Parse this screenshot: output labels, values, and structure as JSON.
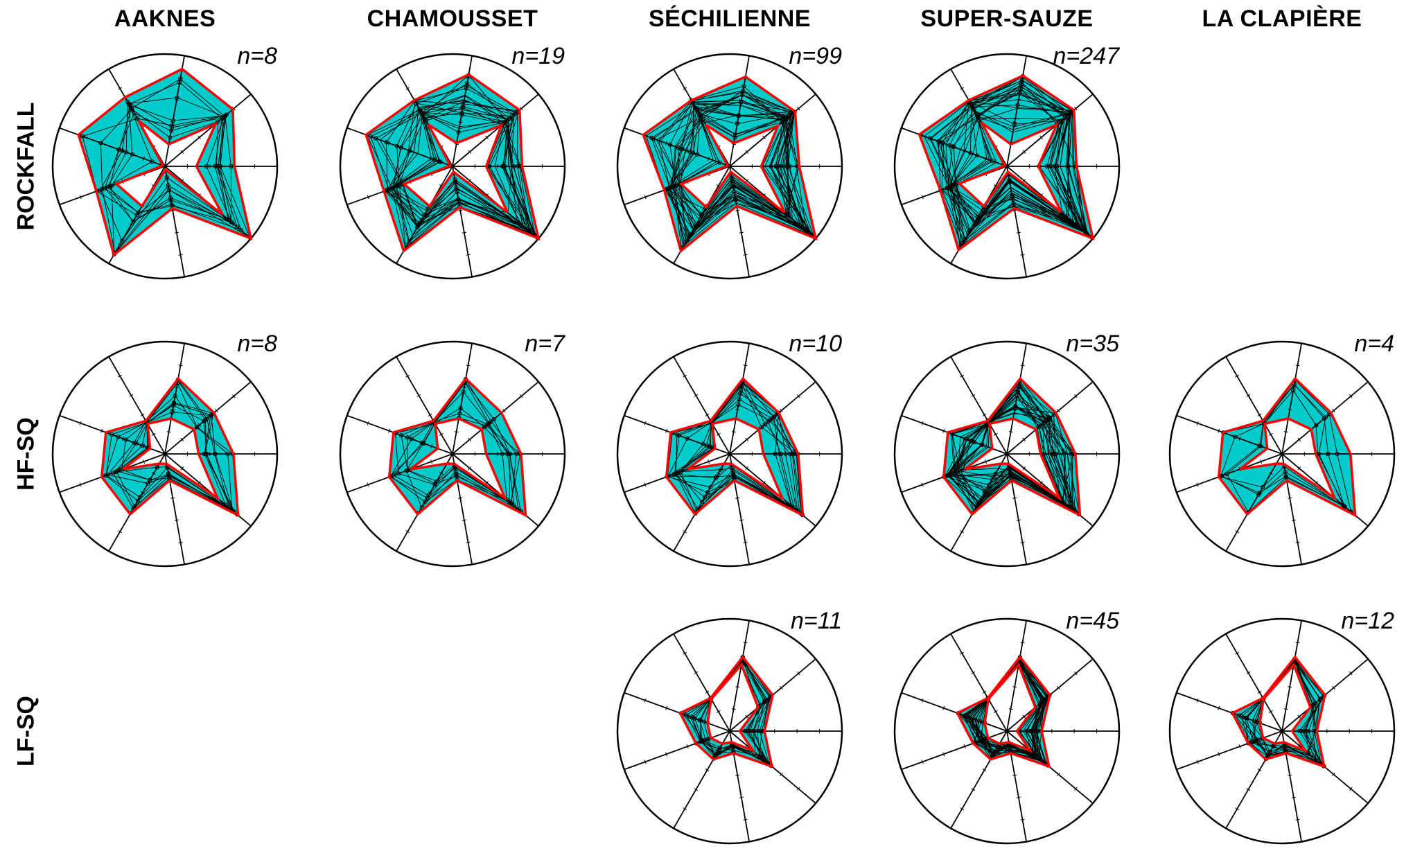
{
  "columns": [
    "AAKNES",
    "CHAMOUSSET",
    "SÉCHILIENNE",
    "SUPER-SAUZE",
    "LA CLAPIÈRE"
  ],
  "rows": [
    "ROCKFALL",
    "HF-SQ",
    "LF-SQ"
  ],
  "colors": {
    "envelope_fill": "#00CCCC",
    "envelope_line": "#FF0000",
    "event_line": "#000000"
  },
  "chart_data": [
    {
      "type": "radar",
      "site": "AAKNES",
      "class": "ROCKFALL",
      "n_label": "n=8",
      "n": 8,
      "rlim": [
        0,
        1
      ],
      "max": [
        0.62,
        0.79,
        0.88,
        0.71,
        0.82,
        0.65,
        0.91,
        0.38,
        1.0
      ],
      "min": [
        0.28,
        0.59,
        0.2,
        0.47,
        0.02,
        0.46,
        0.41,
        0.03,
        0.67
      ]
    },
    {
      "type": "radar",
      "site": "CHAMOUSSET",
      "class": "ROCKFALL",
      "n_label": "n=19",
      "n": 19,
      "rlim": [
        0,
        1
      ],
      "max": [
        0.62,
        0.78,
        0.83,
        0.68,
        0.82,
        0.65,
        0.87,
        0.37,
        1.0
      ],
      "min": [
        0.3,
        0.57,
        0.21,
        0.43,
        0.02,
        0.46,
        0.41,
        0.05,
        0.64
      ]
    },
    {
      "type": "radar",
      "site": "SÉCHILIENNE",
      "class": "ROCKFALL",
      "n_label": "n=99",
      "n": 99,
      "rlim": [
        0,
        1
      ],
      "max": [
        0.62,
        0.76,
        0.81,
        0.68,
        0.82,
        0.62,
        0.87,
        0.36,
        1.0
      ],
      "min": [
        0.28,
        0.56,
        0.21,
        0.43,
        0.02,
        0.46,
        0.42,
        0.05,
        0.64
      ]
    },
    {
      "type": "radar",
      "site": "SUPER-SAUZE",
      "class": "ROCKFALL",
      "n_label": "n=247",
      "n": 247,
      "rlim": [
        0,
        1
      ],
      "max": [
        0.62,
        0.78,
        0.82,
        0.68,
        0.83,
        0.63,
        0.86,
        0.38,
        1.0
      ],
      "min": [
        0.28,
        0.58,
        0.2,
        0.45,
        0.02,
        0.45,
        0.41,
        0.05,
        0.63
      ]
    },
    {
      "type": "radar",
      "site": "AAKNES",
      "class": "HF-SQ",
      "n_label": "n=8",
      "n": 8,
      "rlim": [
        0,
        1
      ],
      "max": [
        0.61,
        0.57,
        0.68,
        0.34,
        0.56,
        0.6,
        0.62,
        0.24,
        0.85
      ],
      "min": [
        0.3,
        0.34,
        0.32,
        0.31,
        0.14,
        0.4,
        0.1,
        0.09,
        0.61
      ]
    },
    {
      "type": "radar",
      "site": "CHAMOUSSET",
      "class": "HF-SQ",
      "n_label": "n=7",
      "n": 7,
      "rlim": [
        0,
        1
      ],
      "max": [
        0.61,
        0.57,
        0.68,
        0.34,
        0.56,
        0.6,
        0.62,
        0.24,
        0.85
      ],
      "min": [
        0.3,
        0.34,
        0.32,
        0.31,
        0.14,
        0.4,
        0.1,
        0.09,
        0.61
      ]
    },
    {
      "type": "radar",
      "site": "SÉCHILIENNE",
      "class": "HF-SQ",
      "n_label": "n=10",
      "n": 10,
      "rlim": [
        0,
        1
      ],
      "max": [
        0.61,
        0.57,
        0.68,
        0.34,
        0.56,
        0.6,
        0.62,
        0.24,
        0.85
      ],
      "min": [
        0.3,
        0.34,
        0.32,
        0.31,
        0.14,
        0.4,
        0.1,
        0.09,
        0.61
      ]
    },
    {
      "type": "radar",
      "site": "SUPER-SAUZE",
      "class": "HF-SQ",
      "n_label": "n=35",
      "n": 35,
      "rlim": [
        0,
        1
      ],
      "max": [
        0.61,
        0.57,
        0.68,
        0.34,
        0.56,
        0.6,
        0.62,
        0.24,
        0.85
      ],
      "min": [
        0.3,
        0.34,
        0.32,
        0.31,
        0.14,
        0.4,
        0.1,
        0.09,
        0.61
      ]
    },
    {
      "type": "radar",
      "site": "LA CLAPIÈRE",
      "class": "HF-SQ",
      "n_label": "n=4",
      "n": 4,
      "rlim": [
        0,
        1
      ],
      "max": [
        0.61,
        0.57,
        0.68,
        0.34,
        0.56,
        0.6,
        0.62,
        0.24,
        0.85
      ],
      "min": [
        0.3,
        0.34,
        0.32,
        0.31,
        0.14,
        0.4,
        0.1,
        0.09,
        0.61
      ]
    },
    {
      "type": "radar",
      "site": "SÉCHILIENNE",
      "class": "LF-SQ",
      "n_label": "n=11",
      "n": 11,
      "rlim": [
        0,
        1
      ],
      "max": [
        0.31,
        0.5,
        0.67,
        0.34,
        0.47,
        0.32,
        0.29,
        0.2,
        0.49
      ],
      "min": [
        0.09,
        0.33,
        0.6,
        0.33,
        0.21,
        0.18,
        0.13,
        0.1,
        0.27
      ]
    },
    {
      "type": "radar",
      "site": "SUPER-SAUZE",
      "class": "LF-SQ",
      "n_label": "n=45",
      "n": 45,
      "rlim": [
        0,
        1
      ],
      "max": [
        0.31,
        0.5,
        0.67,
        0.34,
        0.47,
        0.32,
        0.29,
        0.2,
        0.49
      ],
      "min": [
        0.09,
        0.33,
        0.6,
        0.33,
        0.21,
        0.18,
        0.13,
        0.1,
        0.27
      ]
    },
    {
      "type": "radar",
      "site": "LA CLAPIÈRE",
      "class": "LF-SQ",
      "n_label": "n=12",
      "n": 12,
      "rlim": [
        0,
        1
      ],
      "max": [
        0.31,
        0.5,
        0.67,
        0.34,
        0.47,
        0.32,
        0.29,
        0.2,
        0.49
      ],
      "min": [
        0.09,
        0.33,
        0.6,
        0.33,
        0.21,
        0.18,
        0.13,
        0.1,
        0.27
      ]
    }
  ]
}
